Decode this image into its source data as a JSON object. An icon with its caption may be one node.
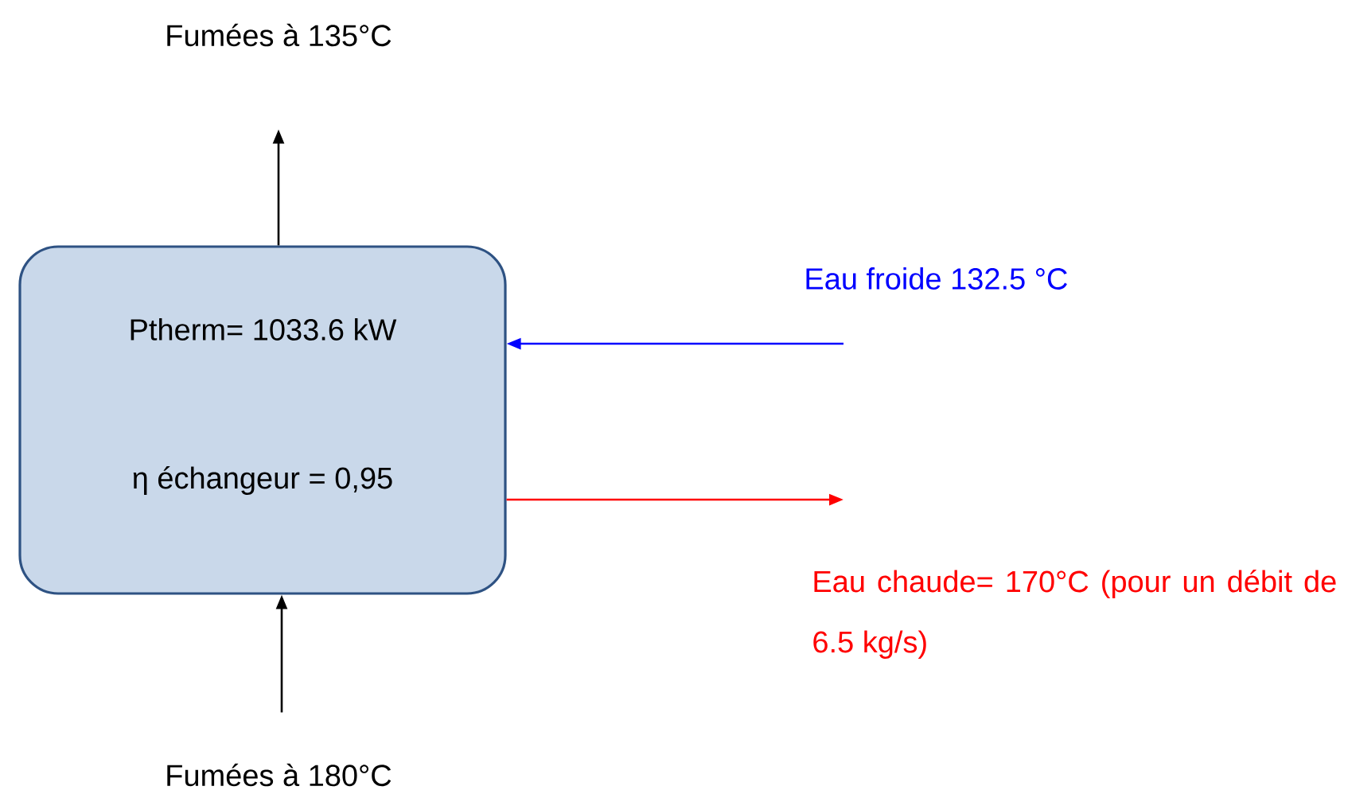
{
  "diagram": {
    "nodes": [
      {
        "text": [
          "Ptherm= 1033.6 kW",
          "η échangeur = 0,95"
        ]
      },
      {
        "text": [
          "Fumées à 135°C"
        ]
      },
      {
        "text": [
          "Fumées à 180°C"
        ]
      }
    ],
    "edges": [
      {
        "from": 0,
        "to": 1,
        "arrow": "to"
      },
      {
        "from": 2,
        "to": 0,
        "arrow": "to"
      },
      {
        "from": null,
        "to": 0,
        "arrow": "to",
        "color": "#0000ff"
      },
      {
        "from": 0,
        "to": null,
        "arrow": "to",
        "color": "#ff0000"
      }
    ],
    "labels": [
      "Eau froide  132.5 °C",
      "Eau chaude= 170°C (pour un débit de 6.5 kg/s)"
    ]
  }
}
